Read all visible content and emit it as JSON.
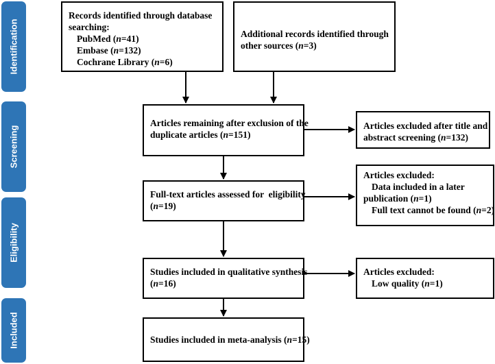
{
  "stages": {
    "identification": "Identification",
    "screening": "Screening",
    "eligibility": "Eligibility",
    "included": "Included"
  },
  "boxes": {
    "database": {
      "title": "Records identified through database searching:",
      "title_line1": "Records identified through database",
      "title_line2": "searching:",
      "pubmed": {
        "name": "PubMed",
        "count": "41"
      },
      "embase": {
        "name": "Embase",
        "count": "132"
      },
      "cochrane": {
        "name": "Cochrane Library",
        "count": "6"
      }
    },
    "other": {
      "line1": "Additional records identified through",
      "line2": "other sources",
      "count": "3"
    },
    "duplicates": {
      "line1": "Articles remaining after exclusion of the",
      "line2": "duplicate articles",
      "count": "151"
    },
    "excluded_title": {
      "line1": "Articles excluded after title and",
      "line2": "abstract screening",
      "count": "132"
    },
    "full_text": {
      "line1": "Full-text articles assessed for  eligibility",
      "count": "19"
    },
    "excluded_full": {
      "title": "Articles excluded:",
      "item1_line1": "Data included in a later",
      "item1_line2": "publication",
      "item1_count": "1",
      "item2": "Full text cannot be found",
      "item2_count": "2"
    },
    "qualitative": {
      "line1": "Studies included in qualitative synthesis",
      "count": "16"
    },
    "excluded_quality": {
      "title": "Articles excluded:",
      "item": "Low quality",
      "count": "1"
    },
    "meta": {
      "line1": "Studies included in meta-analysis",
      "count": "15"
    }
  },
  "n_symbol": "n",
  "colors": {
    "stage_fill": "#2E75B6",
    "stage_text": "#ffffff",
    "line": "#000000"
  }
}
